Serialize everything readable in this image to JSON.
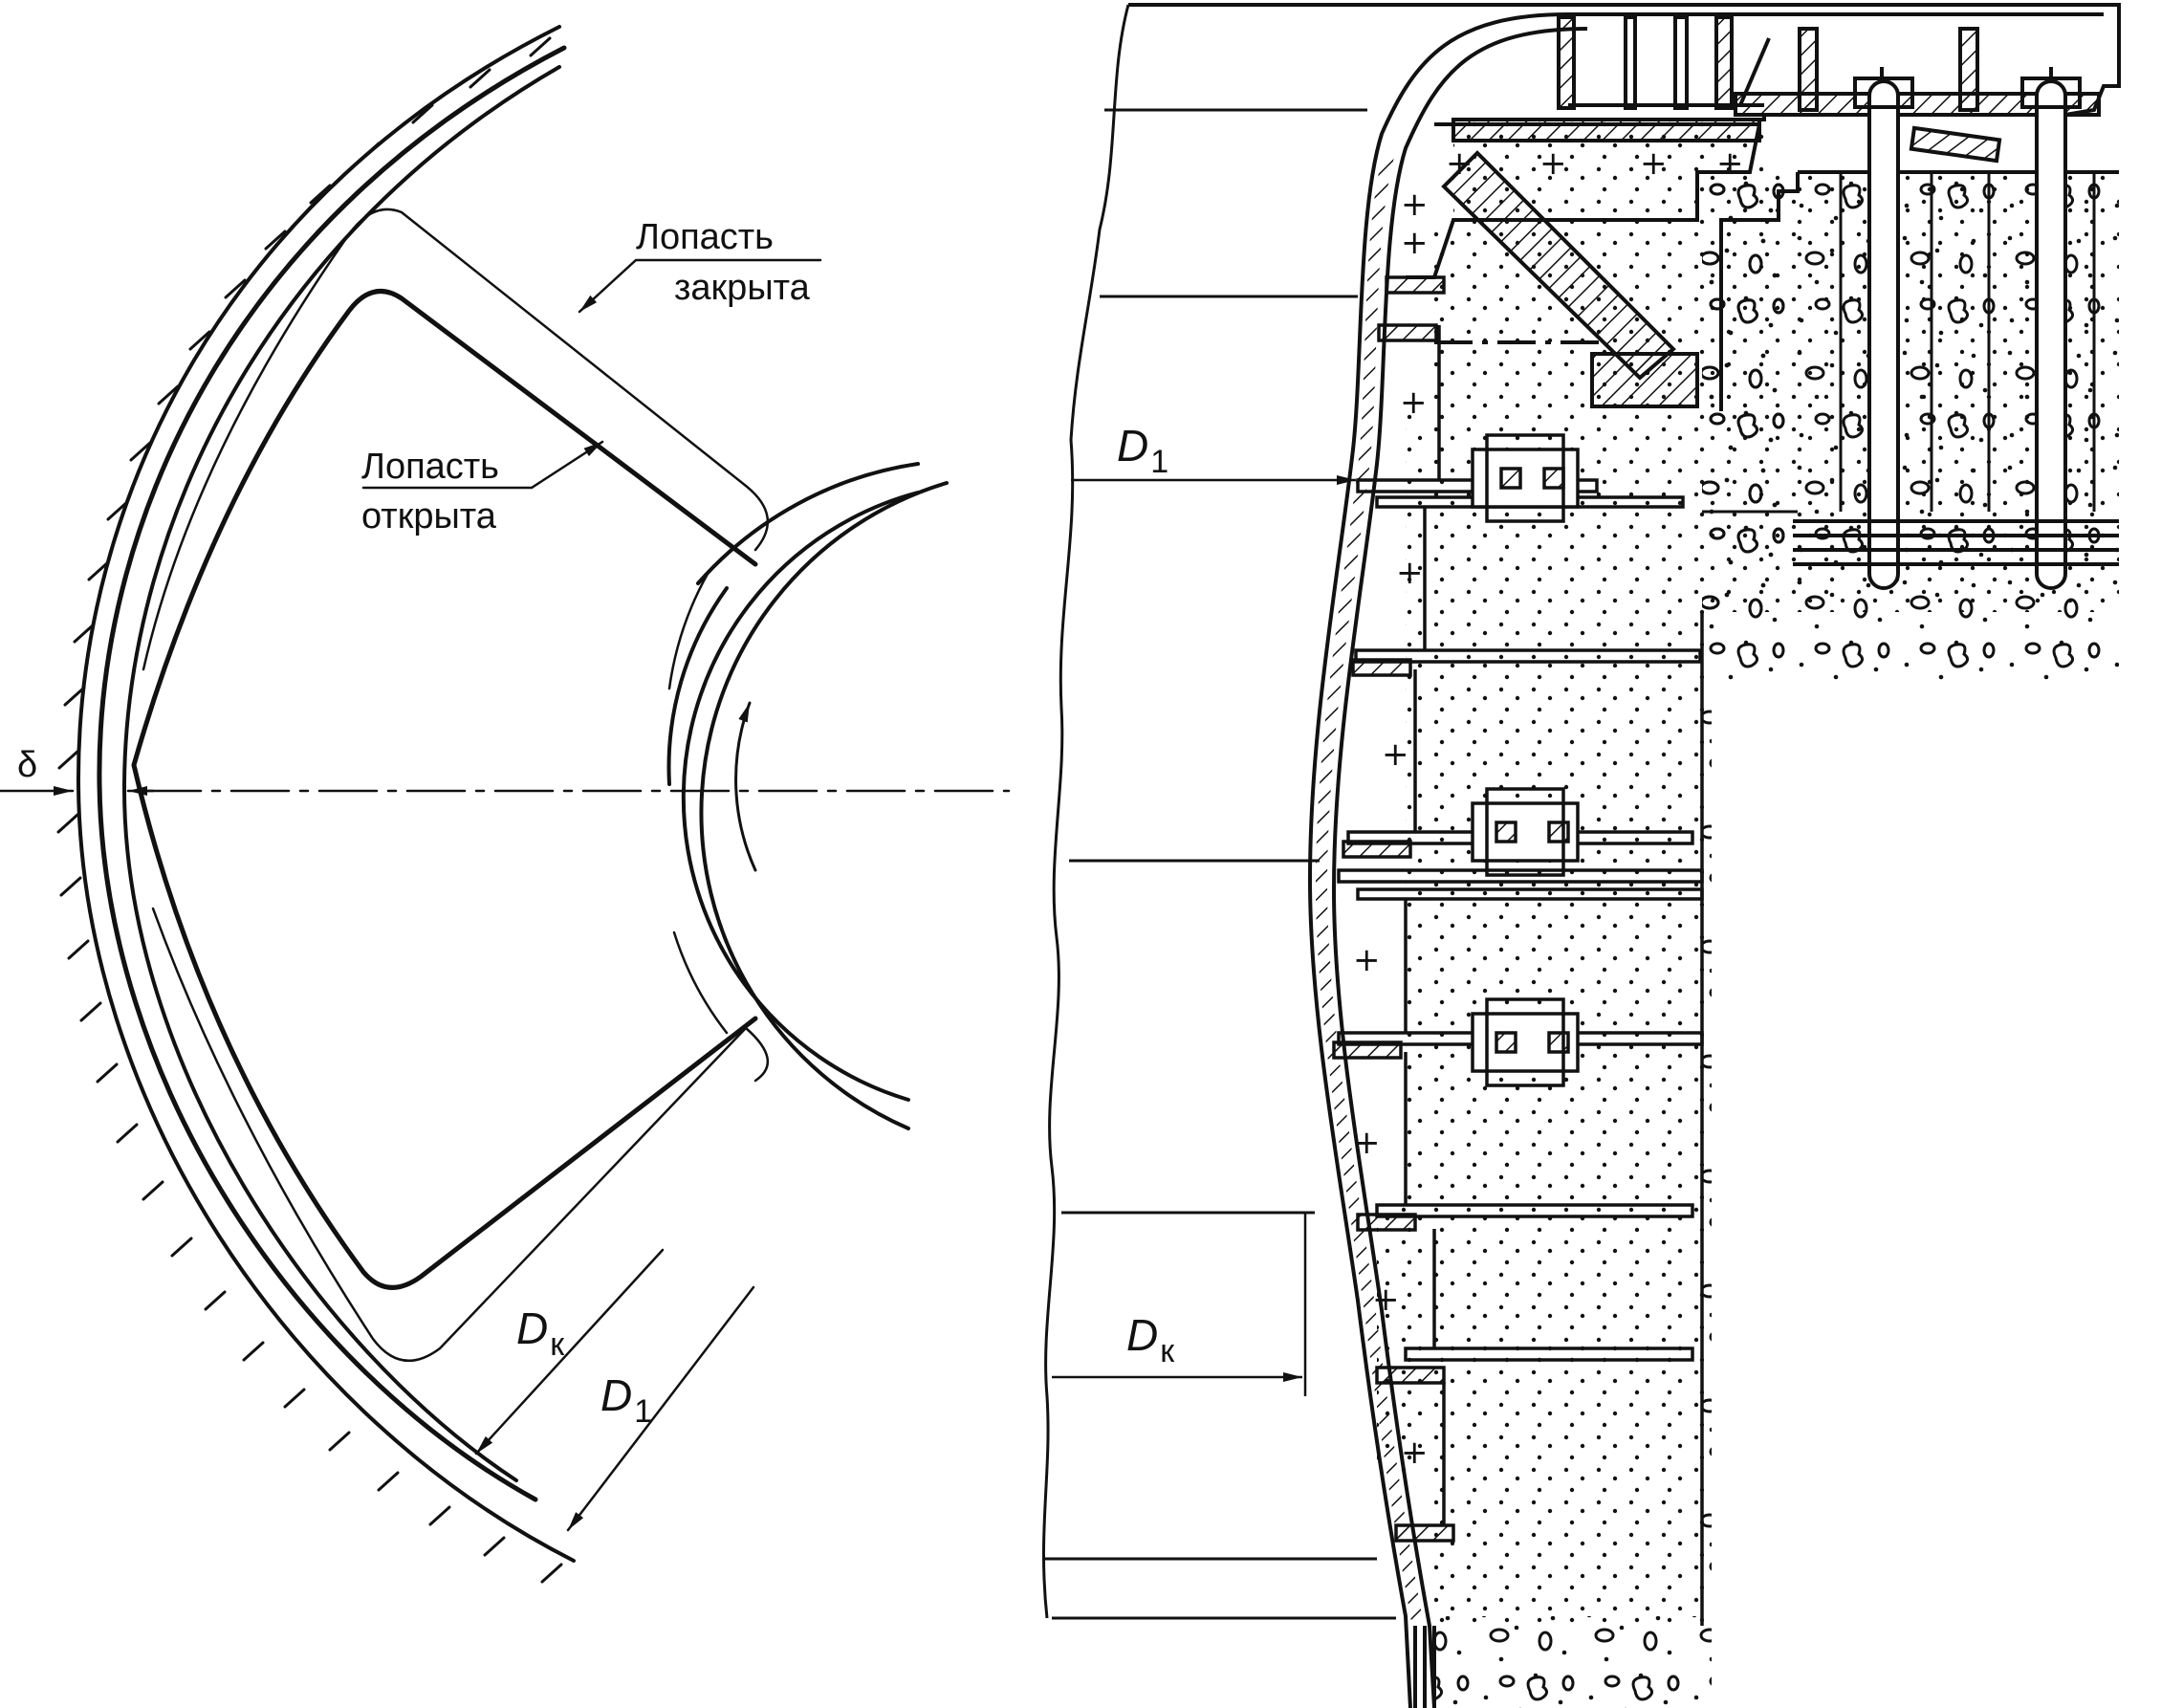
{
  "colors": {
    "line": "#111111",
    "paper": "#ffffff"
  },
  "labels": {
    "blade_closed": [
      "Лопасть",
      "закрыта"
    ],
    "blade_open": [
      "Лопасть",
      "открыта"
    ],
    "delta": "δ",
    "dk_left": {
      "main": "D",
      "sub": "к"
    },
    "d1_left": {
      "main": "D",
      "sub": "1"
    },
    "d1_right": {
      "main": "D",
      "sub": "1"
    },
    "dk_right": {
      "main": "D",
      "sub": "к"
    }
  },
  "icons": {
    "plus": "+",
    "rotation": "rotation-arrow-icon"
  }
}
